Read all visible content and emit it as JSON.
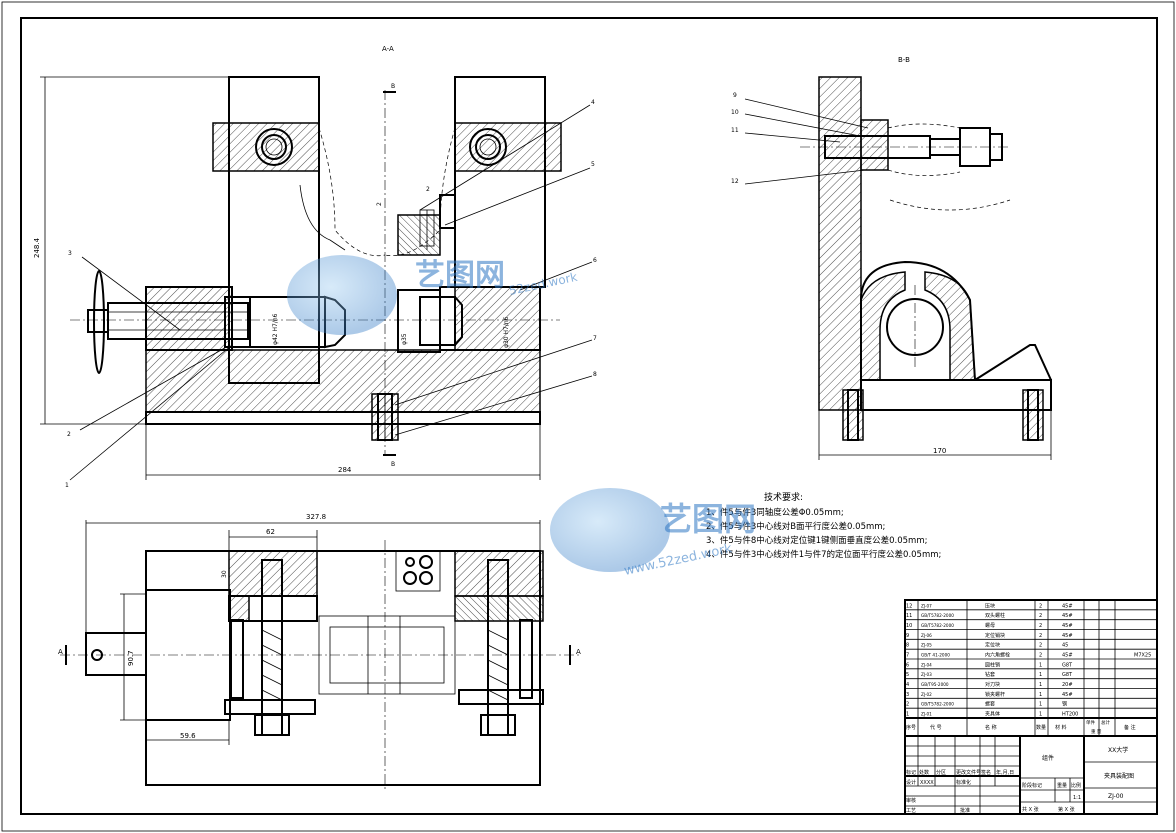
{
  "views": {
    "section_aa": "A-A",
    "section_bb": "B-B",
    "cut_a": "A",
    "cut_b": "B"
  },
  "dimensions": {
    "height_248": "248.4",
    "width_284": "284",
    "width_170": "170",
    "width_327": "327.8",
    "width_62": "62",
    "height_30": "30",
    "dia_907": "90.7",
    "len_596": "59.6",
    "dia_42": "φ42 H7/n6",
    "dia_30": "φ30 H7/n6",
    "dia_35": "φ35",
    "gap_2a": "2",
    "gap_2b": "2"
  },
  "balloons": {
    "aa": [
      "1",
      "2",
      "3",
      "4",
      "5",
      "6",
      "7",
      "8"
    ],
    "bb": [
      "9",
      "10",
      "11",
      "12"
    ]
  },
  "tech_req": {
    "title": "技术要求:",
    "lines": [
      "1、件5与件3同轴度公差Φ0.05mm;",
      "2、件5与件3中心线对B面平行度公差0.05mm;",
      "3、件5与件8中心线对定位键1键侧面垂直度公差0.05mm;",
      "4、件5与件3中心线对件1与件7的定位面平行度公差0.05mm;"
    ]
  },
  "bom": {
    "rows": [
      {
        "no": "12",
        "code": "ZJ-07",
        "name": "压块",
        "qty": "2",
        "mat": "45#",
        "note": ""
      },
      {
        "no": "11",
        "code": "GB/T5782-2000",
        "name": "双头螺柱",
        "qty": "2",
        "mat": "45#",
        "note": ""
      },
      {
        "no": "10",
        "code": "GB/T5782-2000",
        "name": "螺母",
        "qty": "2",
        "mat": "45#",
        "note": ""
      },
      {
        "no": "9",
        "code": "ZJ-06",
        "name": "定位销块",
        "qty": "2",
        "mat": "45#",
        "note": ""
      },
      {
        "no": "8",
        "code": "ZJ-05",
        "name": "定位块",
        "qty": "2",
        "mat": "45",
        "note": ""
      },
      {
        "no": "7",
        "code": "GB/T 41-2000",
        "name": "内六角螺栓",
        "qty": "2",
        "mat": "45#",
        "note": "M7X25"
      },
      {
        "no": "6",
        "code": "ZJ-04",
        "name": "圆柱销",
        "qty": "1",
        "mat": "G8T",
        "note": ""
      },
      {
        "no": "5",
        "code": "ZJ-03",
        "name": "钻套",
        "qty": "1",
        "mat": "G8T",
        "note": ""
      },
      {
        "no": "4",
        "code": "GB/T95-2000",
        "name": "对刀块",
        "qty": "1",
        "mat": "20#",
        "note": ""
      },
      {
        "no": "3",
        "code": "ZJ-02",
        "name": "锁夹螺杆",
        "qty": "1",
        "mat": "45#",
        "note": ""
      },
      {
        "no": "2",
        "code": "GB/T5782-2000",
        "name": "螺套",
        "qty": "1",
        "mat": "钢",
        "note": ""
      },
      {
        "no": "1",
        "code": "ZJ-01",
        "name": "夹具体",
        "qty": "1",
        "mat": "HT200",
        "note": ""
      }
    ],
    "header": {
      "no": "序号",
      "code": "代  号",
      "name": "名  称",
      "qty": "数量",
      "mat": "材  料",
      "unit_weight": "单件",
      "total_weight": "总计",
      "weight": "重 量",
      "note": "备 注"
    }
  },
  "title_block": {
    "org": "XX大学",
    "title": "夹具装配图",
    "drawing_no": "ZJ-00",
    "group": "组件",
    "scale_label": "比例",
    "scale": "1:1",
    "weight_label": "重量",
    "stage_label": "阶段标记",
    "sheets": "共 X 张",
    "sheet": "第 X 张",
    "rows": [
      "标记",
      "处数",
      "分区",
      "更改文件号",
      "签名",
      "年,月,日"
    ],
    "design": "设计",
    "design_name": "XXXX",
    "check": "审核",
    "process": "工艺",
    "std": "标准化",
    "approve": "批准"
  },
  "watermark": {
    "brand": "艺图网",
    "url1": "www.52zed.work",
    "url2": "52zed.work"
  }
}
